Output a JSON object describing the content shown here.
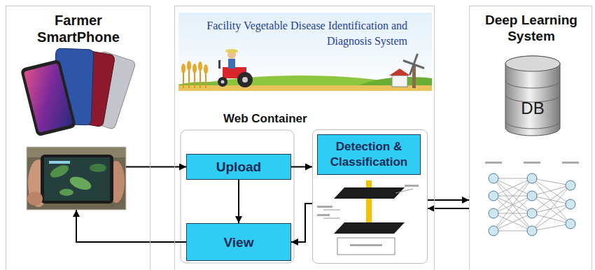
{
  "diagram": {
    "nodes": [
      {
        "text": [
          "Farmer SmartPhone"
        ]
      },
      {
        "text": [
          "Facility Vegetable Disease Identification and Diagnosis System",
          "Web Container"
        ]
      },
      {
        "text": [
          "Upload"
        ],
        "in": 1
      },
      {
        "text": [
          "View"
        ],
        "in": 1
      },
      {
        "text": [
          "Detection & Classification"
        ],
        "in": 1
      },
      {
        "text": [
          "Deep Learning System"
        ]
      },
      {
        "text": [
          "DB"
        ],
        "in": 5
      }
    ],
    "edges": [
      {
        "from": 0,
        "to": 2,
        "arrow": "to"
      },
      {
        "from": 2,
        "to": 4,
        "arrow": "to"
      },
      {
        "from": 2,
        "to": 3,
        "arrow": "to"
      },
      {
        "from": 4,
        "to": 3,
        "arrow": "to"
      },
      {
        "from": 3,
        "to": 0,
        "arrow": "to"
      },
      {
        "from": 4,
        "to": 5,
        "arrow": "to"
      },
      {
        "from": 5,
        "to": 4,
        "arrow": "to"
      }
    ]
  }
}
